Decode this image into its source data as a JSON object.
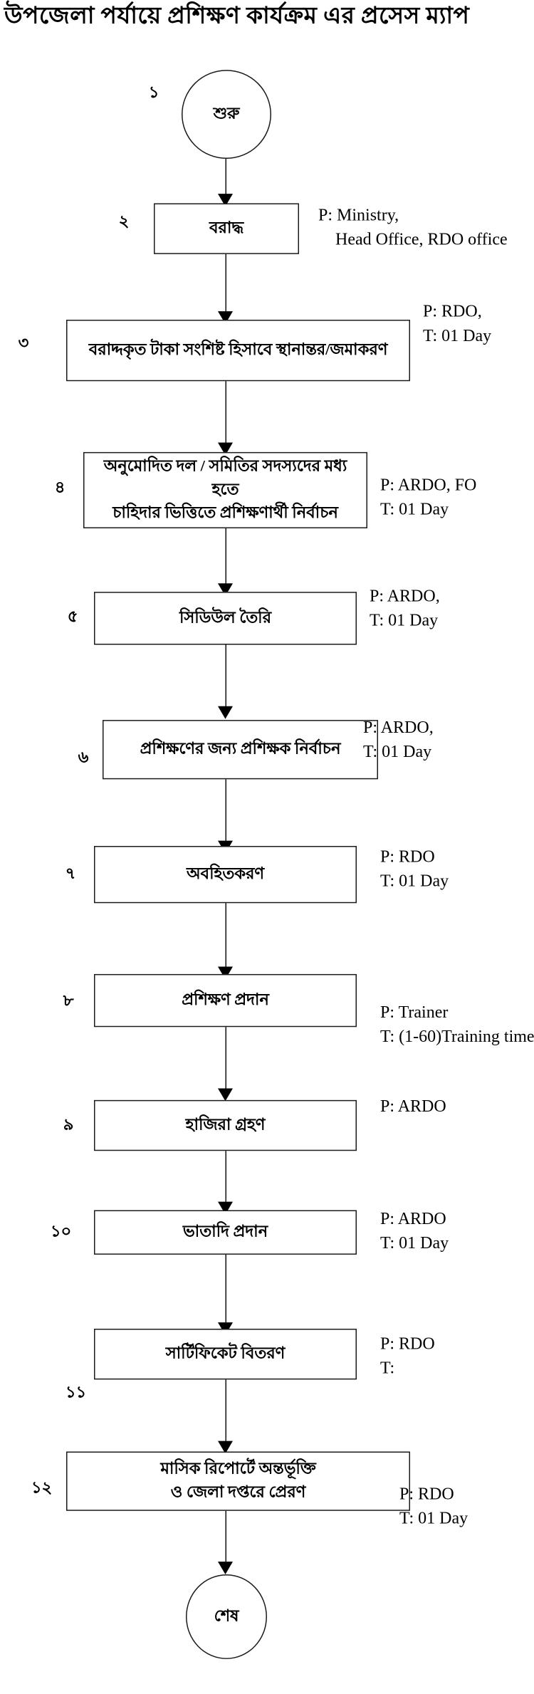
{
  "title": "উপজেলা পর্যায়ে প্রশিক্ষণ কার্যক্রম এর প্রসেস ম্যাপ",
  "flow": {
    "start": {
      "label": "শুরু",
      "number": "১"
    },
    "end": {
      "label": "শেষ"
    },
    "steps": [
      {
        "number": "২",
        "text": "বরাদ্ধ",
        "annotation": {
          "line1": "P:  Ministry,",
          "line2": "Head Office, RDO office"
        }
      },
      {
        "number": "৩",
        "text": "বরাদ্দকৃত টাকা সংশিষ্ট হিসাবে স্থানান্তর/জমাকরণ",
        "annotation": {
          "line1": "P:  RDO,",
          "line2": "T:  01 Day"
        }
      },
      {
        "number": "৪",
        "text_line1": "অনুমোদিত দল / সমিতির সদস্যদের মধ্য হতে",
        "text_line2": "চাহিদার ভিত্তিতে প্রশিক্ষণার্থী নির্বাচন",
        "annotation": {
          "line1": "P:  ARDO, FO",
          "line2": "T:  01 Day"
        }
      },
      {
        "number": "৫",
        "text": "সিডিউল তৈরি",
        "annotation": {
          "line1": "P:  ARDO,",
          "line2": "T:  01 Day"
        }
      },
      {
        "number": "৬",
        "text": "প্রশিক্ষণের জন্য প্রশিক্ষক নির্বাচন",
        "annotation": {
          "line1": "P:  ARDO,",
          "line2": "T:  01 Day"
        }
      },
      {
        "number": "৭",
        "text": "অবহিতকরণ",
        "annotation": {
          "line1": "P: RDO",
          "line2": "T:  01 Day"
        }
      },
      {
        "number": "৮",
        "text": "প্রশিক্ষণ প্রদান",
        "annotation": {
          "line1": "P: Trainer",
          "line2": "T:  (1-60)Training time"
        }
      },
      {
        "number": "৯",
        "text": "হাজিরা গ্রহণ",
        "annotation": {
          "line1": "P: ARDO",
          "line2": ""
        }
      },
      {
        "number": "১০",
        "text": "ভাতাদি প্রদান",
        "annotation": {
          "line1": "P: ARDO",
          "line2": "T:  01 Day"
        }
      },
      {
        "number": "১১",
        "text": "সার্টিফিকেট বিতরণ",
        "annotation": {
          "line1": "P: RDO",
          "line2": "T:"
        }
      },
      {
        "number": "১২",
        "text_line1": "মাসিক রিপোর্টে অন্তর্ভূক্তি",
        "text_line2": "ও জেলা দপ্তরে প্রেরণ",
        "annotation": {
          "line1": "P: RDO",
          "line2": "T:  01 Day"
        }
      }
    ]
  }
}
